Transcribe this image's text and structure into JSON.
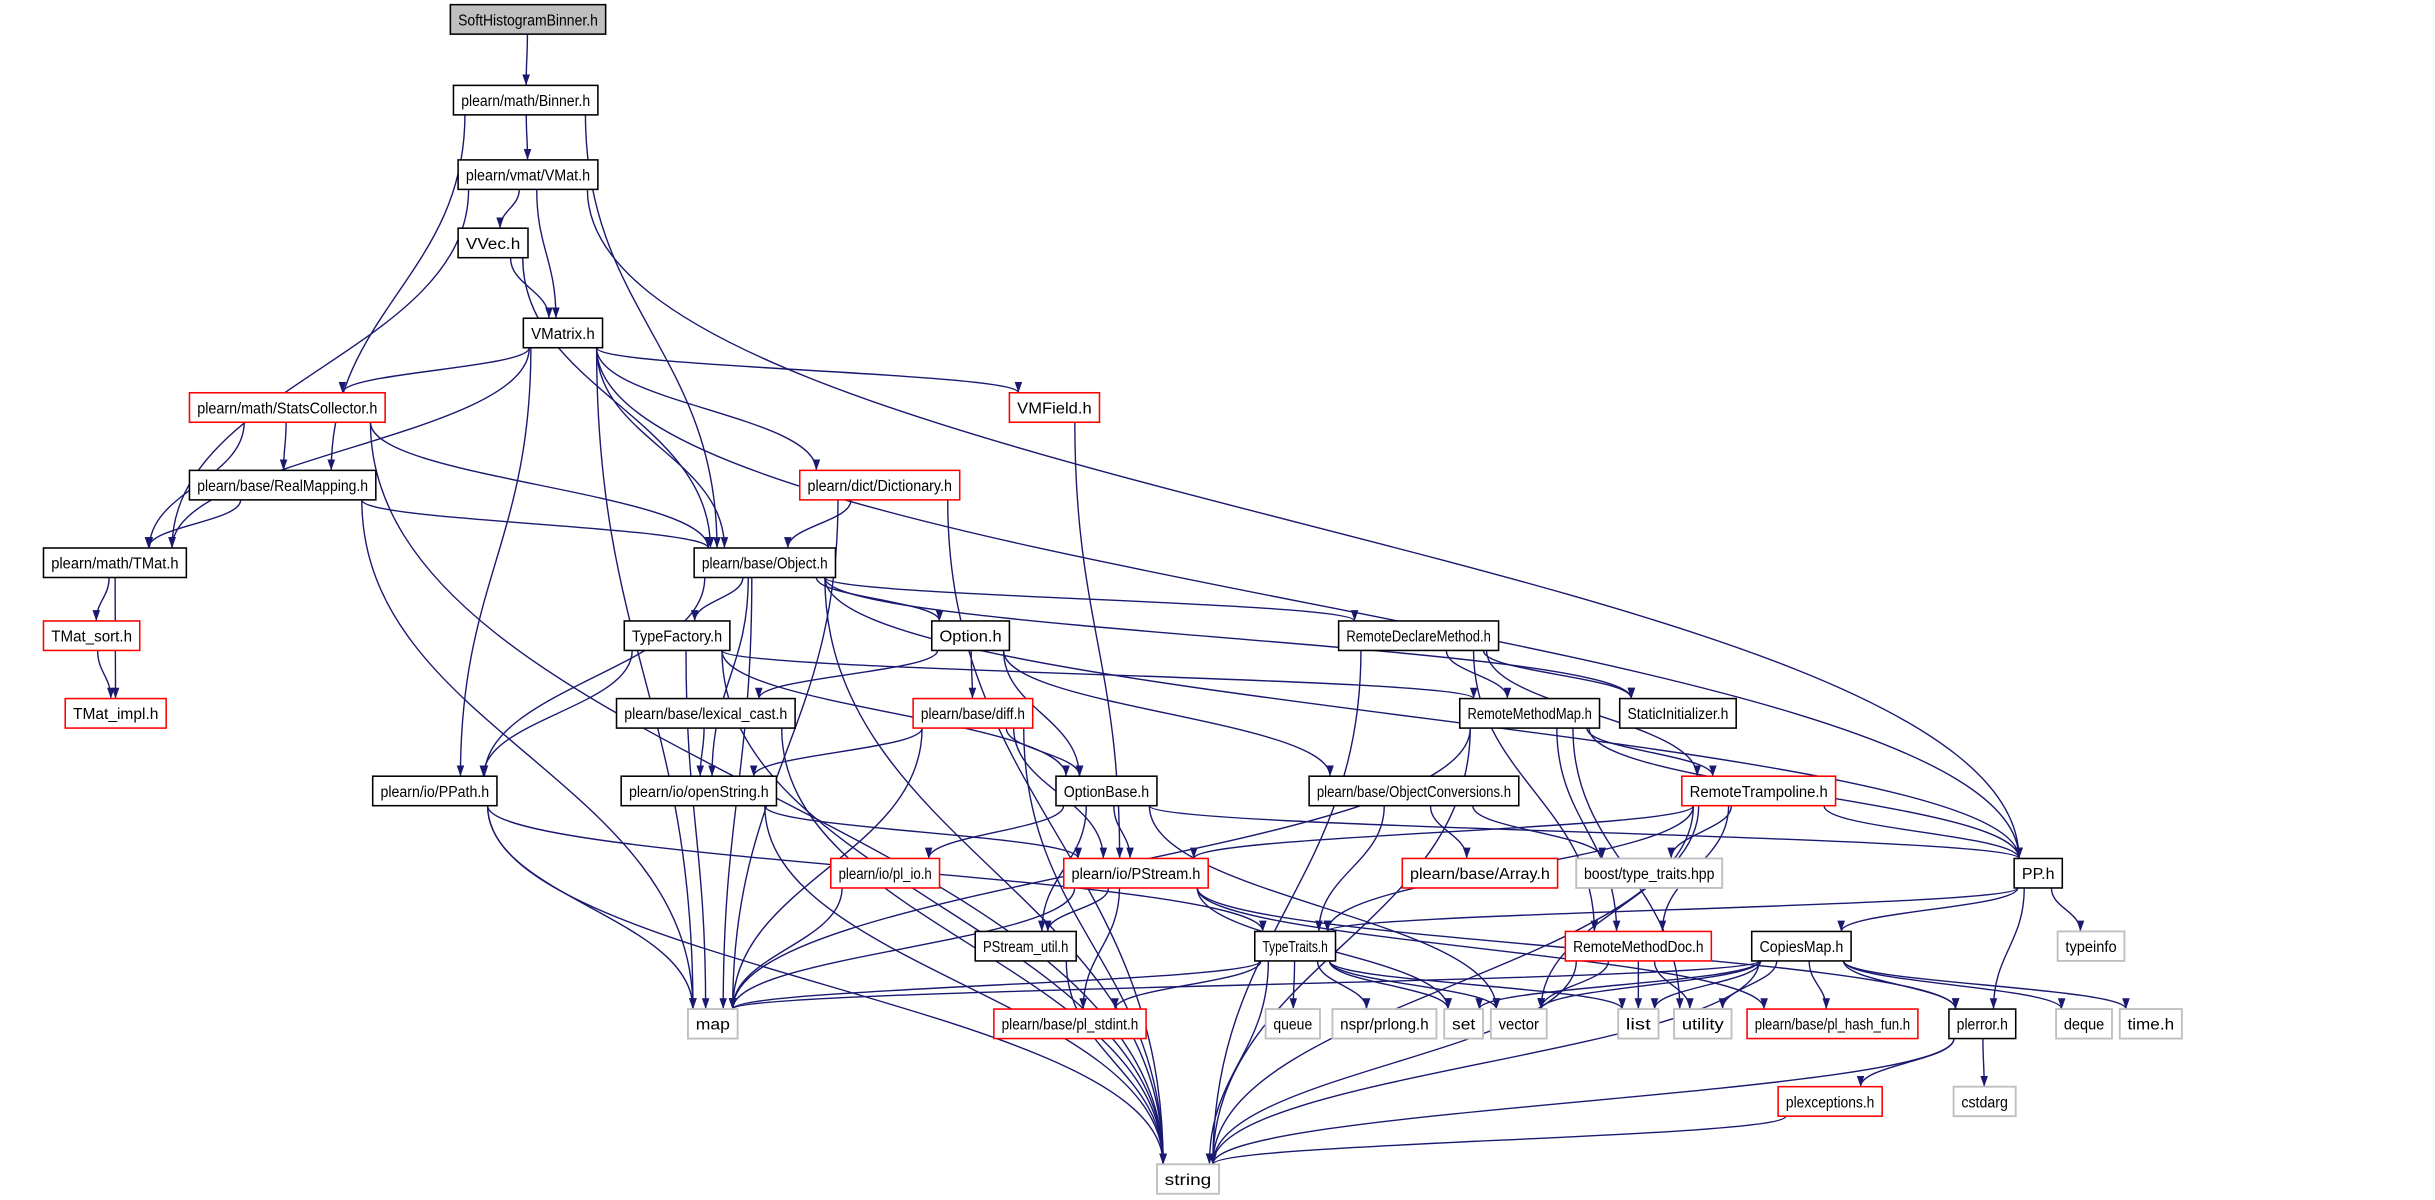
{
  "colors": {
    "edge": "#191970",
    "root_fill": "#bfbfbf",
    "documented_border": "#000000",
    "undocumented_border": "#ff0000",
    "external_border": "#bfbfbf"
  },
  "nodes": [
    {
      "id": "shb",
      "label": "SoftHistogramBinner.h",
      "kind": "root"
    },
    {
      "id": "binner",
      "label": "plearn/math/Binner.h",
      "kind": "documented"
    },
    {
      "id": "vmat",
      "label": "plearn/vmat/VMat.h",
      "kind": "documented"
    },
    {
      "id": "vvec",
      "label": "VVec.h",
      "kind": "documented"
    },
    {
      "id": "vmatrix",
      "label": "VMatrix.h",
      "kind": "documented"
    },
    {
      "id": "statscollector",
      "label": "plearn/math/StatsCollector.h",
      "kind": "undocumented"
    },
    {
      "id": "vmfield",
      "label": "VMField.h",
      "kind": "undocumented"
    },
    {
      "id": "realmapping",
      "label": "plearn/base/RealMapping.h",
      "kind": "documented"
    },
    {
      "id": "dictionary",
      "label": "plearn/dict/Dictionary.h",
      "kind": "undocumented"
    },
    {
      "id": "tmat",
      "label": "plearn/math/TMat.h",
      "kind": "documented"
    },
    {
      "id": "object",
      "label": "plearn/base/Object.h",
      "kind": "documented"
    },
    {
      "id": "tmat_sort",
      "label": "TMat_sort.h",
      "kind": "undocumented"
    },
    {
      "id": "tmat_impl",
      "label": "TMat_impl.h",
      "kind": "undocumented"
    },
    {
      "id": "typefactory",
      "label": "TypeFactory.h",
      "kind": "documented"
    },
    {
      "id": "option",
      "label": "Option.h",
      "kind": "documented"
    },
    {
      "id": "remotedeclaremethod",
      "label": "RemoteDeclareMethod.h",
      "kind": "documented"
    },
    {
      "id": "lexical_cast",
      "label": "plearn/base/lexical_cast.h",
      "kind": "documented"
    },
    {
      "id": "diff",
      "label": "plearn/base/diff.h",
      "kind": "undocumented"
    },
    {
      "id": "remotemethodmap",
      "label": "RemoteMethodMap.h",
      "kind": "documented"
    },
    {
      "id": "staticinitializer",
      "label": "StaticInitializer.h",
      "kind": "documented"
    },
    {
      "id": "ppath",
      "label": "plearn/io/PPath.h",
      "kind": "documented"
    },
    {
      "id": "openstring",
      "label": "plearn/io/openString.h",
      "kind": "documented"
    },
    {
      "id": "optionbase",
      "label": "OptionBase.h",
      "kind": "documented"
    },
    {
      "id": "objectconversions",
      "label": "plearn/base/ObjectConversions.h",
      "kind": "documented"
    },
    {
      "id": "remotetrampoline",
      "label": "RemoteTrampoline.h",
      "kind": "undocumented"
    },
    {
      "id": "pp",
      "label": "PP.h",
      "kind": "documented"
    },
    {
      "id": "pl_io",
      "label": "plearn/io/pl_io.h",
      "kind": "undocumented"
    },
    {
      "id": "pstream",
      "label": "plearn/io/PStream.h",
      "kind": "undocumented"
    },
    {
      "id": "array",
      "label": "plearn/base/Array.h",
      "kind": "undocumented"
    },
    {
      "id": "boost_type_traits",
      "label": "boost/type_traits.hpp",
      "kind": "external"
    },
    {
      "id": "typeinfo",
      "label": "typeinfo",
      "kind": "external"
    },
    {
      "id": "pstream_util",
      "label": "PStream_util.h",
      "kind": "documented"
    },
    {
      "id": "typetraits",
      "label": "TypeTraits.h",
      "kind": "documented"
    },
    {
      "id": "remotemethoddoc",
      "label": "RemoteMethodDoc.h",
      "kind": "undocumented"
    },
    {
      "id": "copiesmap",
      "label": "CopiesMap.h",
      "kind": "documented"
    },
    {
      "id": "map",
      "label": "map",
      "kind": "external"
    },
    {
      "id": "pl_stdint",
      "label": "plearn/base/pl_stdint.h",
      "kind": "undocumented"
    },
    {
      "id": "queue",
      "label": "queue",
      "kind": "external"
    },
    {
      "id": "prlong",
      "label": "nspr/prlong.h",
      "kind": "external"
    },
    {
      "id": "set",
      "label": "set",
      "kind": "external"
    },
    {
      "id": "vector",
      "label": "vector",
      "kind": "external"
    },
    {
      "id": "list",
      "label": "list",
      "kind": "external"
    },
    {
      "id": "utility",
      "label": "utility",
      "kind": "external"
    },
    {
      "id": "pl_hash_fun",
      "label": "plearn/base/pl_hash_fun.h",
      "kind": "undocumented"
    },
    {
      "id": "plerror",
      "label": "plerror.h",
      "kind": "documented"
    },
    {
      "id": "deque",
      "label": "deque",
      "kind": "external"
    },
    {
      "id": "time_h",
      "label": "time.h",
      "kind": "external"
    },
    {
      "id": "plexceptions",
      "label": "plexceptions.h",
      "kind": "undocumented"
    },
    {
      "id": "cstdarg",
      "label": "cstdarg",
      "kind": "external"
    },
    {
      "id": "string",
      "label": "string",
      "kind": "external"
    }
  ],
  "edges": [
    [
      "shb",
      "binner"
    ],
    [
      "binner",
      "vmat"
    ],
    [
      "binner",
      "realmapping"
    ],
    [
      "binner",
      "object"
    ],
    [
      "vmat",
      "vvec"
    ],
    [
      "vmat",
      "vmatrix"
    ],
    [
      "vmat",
      "tmat"
    ],
    [
      "vmat",
      "pp"
    ],
    [
      "vvec",
      "vmatrix"
    ],
    [
      "vvec",
      "object"
    ],
    [
      "vmatrix",
      "statscollector"
    ],
    [
      "vmatrix",
      "vmfield"
    ],
    [
      "vmatrix",
      "dictionary"
    ],
    [
      "vmatrix",
      "object"
    ],
    [
      "vmatrix",
      "tmat"
    ],
    [
      "vmatrix",
      "ppath"
    ],
    [
      "vmatrix",
      "map"
    ],
    [
      "vmatrix",
      "pp"
    ],
    [
      "statscollector",
      "realmapping"
    ],
    [
      "statscollector",
      "tmat"
    ],
    [
      "statscollector",
      "object"
    ],
    [
      "statscollector",
      "string"
    ],
    [
      "vmfield",
      "pstream"
    ],
    [
      "realmapping",
      "tmat"
    ],
    [
      "realmapping",
      "object"
    ],
    [
      "realmapping",
      "map"
    ],
    [
      "dictionary",
      "object"
    ],
    [
      "dictionary",
      "map"
    ],
    [
      "dictionary",
      "string"
    ],
    [
      "tmat",
      "tmat_sort"
    ],
    [
      "tmat",
      "tmat_impl"
    ],
    [
      "tmat_sort",
      "tmat_impl"
    ],
    [
      "object",
      "typefactory"
    ],
    [
      "object",
      "option"
    ],
    [
      "object",
      "remotedeclaremethod"
    ],
    [
      "object",
      "staticinitializer"
    ],
    [
      "object",
      "pp"
    ],
    [
      "object",
      "ppath"
    ],
    [
      "object",
      "openstring"
    ],
    [
      "object",
      "map"
    ],
    [
      "object",
      "string"
    ],
    [
      "typefactory",
      "ppath"
    ],
    [
      "typefactory",
      "map"
    ],
    [
      "typefactory",
      "string"
    ],
    [
      "typefactory",
      "optionbase"
    ],
    [
      "typefactory",
      "remotemethodmap"
    ],
    [
      "option",
      "lexical_cast"
    ],
    [
      "option",
      "diff"
    ],
    [
      "option",
      "optionbase"
    ],
    [
      "option",
      "objectconversions"
    ],
    [
      "remotedeclaremethod",
      "remotemethodmap"
    ],
    [
      "remotedeclaremethod",
      "staticinitializer"
    ],
    [
      "remotedeclaremethod",
      "remotetrampoline"
    ],
    [
      "remotedeclaremethod",
      "remotemethoddoc"
    ],
    [
      "remotedeclaremethod",
      "string"
    ],
    [
      "lexical_cast",
      "openstring"
    ],
    [
      "lexical_cast",
      "string"
    ],
    [
      "diff",
      "openstring"
    ],
    [
      "diff",
      "optionbase"
    ],
    [
      "diff",
      "pstream"
    ],
    [
      "diff",
      "map"
    ],
    [
      "diff",
      "string"
    ],
    [
      "remotemethodmap",
      "map"
    ],
    [
      "remotemethodmap",
      "pp"
    ],
    [
      "remotemethodmap",
      "remotetrampoline"
    ],
    [
      "remotemethodmap",
      "remotemethoddoc"
    ],
    [
      "remotemethodmap",
      "string"
    ],
    [
      "remotemethodmap",
      "utility"
    ],
    [
      "ppath",
      "map"
    ],
    [
      "ppath",
      "string"
    ],
    [
      "ppath",
      "typetraits"
    ],
    [
      "openstring",
      "pstream"
    ],
    [
      "openstring",
      "string"
    ],
    [
      "optionbase",
      "pl_io"
    ],
    [
      "optionbase",
      "pstream"
    ],
    [
      "optionbase",
      "pstream_util"
    ],
    [
      "optionbase",
      "vector"
    ],
    [
      "optionbase",
      "pp"
    ],
    [
      "objectconversions",
      "array"
    ],
    [
      "objectconversions",
      "boost_type_traits"
    ],
    [
      "objectconversions",
      "typetraits"
    ],
    [
      "remotetrampoline",
      "pstream"
    ],
    [
      "remotetrampoline",
      "boost_type_traits"
    ],
    [
      "remotetrampoline",
      "pp"
    ],
    [
      "remotetrampoline",
      "typetraits"
    ],
    [
      "remotetrampoline",
      "remotemethoddoc"
    ],
    [
      "remotetrampoline",
      "vector"
    ],
    [
      "remotetrampoline",
      "string"
    ],
    [
      "pp",
      "typetraits"
    ],
    [
      "pp",
      "copiesmap"
    ],
    [
      "pp",
      "typeinfo"
    ],
    [
      "pp",
      "plerror"
    ],
    [
      "pl_io",
      "map"
    ],
    [
      "pstream",
      "map"
    ],
    [
      "pstream",
      "pstream_util"
    ],
    [
      "pstream",
      "pl_stdint"
    ],
    [
      "pstream",
      "set"
    ],
    [
      "pstream",
      "plerror"
    ],
    [
      "pstream",
      "pl_hash_fun"
    ],
    [
      "pstream_util",
      "string"
    ],
    [
      "typetraits",
      "map"
    ],
    [
      "typetraits",
      "pl_stdint"
    ],
    [
      "typetraits",
      "queue"
    ],
    [
      "typetraits",
      "prlong"
    ],
    [
      "typetraits",
      "set"
    ],
    [
      "typetraits",
      "vector"
    ],
    [
      "typetraits",
      "list"
    ],
    [
      "typetraits",
      "string"
    ],
    [
      "remotemethoddoc",
      "vector"
    ],
    [
      "remotemethoddoc",
      "list"
    ],
    [
      "remotemethoddoc",
      "utility"
    ],
    [
      "remotemethoddoc",
      "string"
    ],
    [
      "copiesmap",
      "map"
    ],
    [
      "copiesmap",
      "set"
    ],
    [
      "copiesmap",
      "vector"
    ],
    [
      "copiesmap",
      "list"
    ],
    [
      "copiesmap",
      "utility"
    ],
    [
      "copiesmap",
      "pl_hash_fun"
    ],
    [
      "copiesmap",
      "plerror"
    ],
    [
      "copiesmap",
      "deque"
    ],
    [
      "copiesmap",
      "time_h"
    ],
    [
      "copiesmap",
      "string"
    ],
    [
      "plerror",
      "plexceptions"
    ],
    [
      "plerror",
      "cstdarg"
    ],
    [
      "plerror",
      "string"
    ],
    [
      "plexceptions",
      "string"
    ]
  ]
}
